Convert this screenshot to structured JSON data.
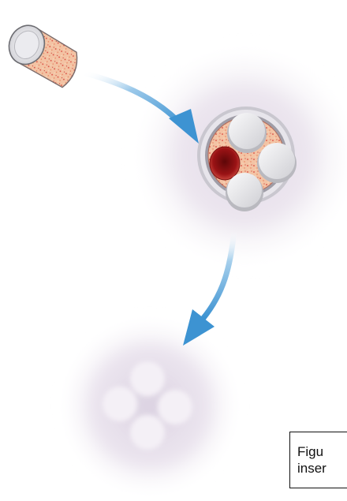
{
  "caption": {
    "line1": "Figu",
    "line2": "inser"
  },
  "illustration": {
    "steps": [
      {
        "name": "bone-plug",
        "icon": "cylindrical-bone-graft-plug"
      },
      {
        "name": "arrow-to-defect",
        "icon": "curved-arrow"
      },
      {
        "name": "defect-with-plugs",
        "icon": "circular-defect-with-inserted-plugs"
      },
      {
        "name": "arrow-to-healed",
        "icon": "curved-arrow"
      },
      {
        "name": "healed-site",
        "icon": "faded-healed-defect"
      }
    ],
    "colors": {
      "arrow": "#4a9fd6",
      "halo": "#d9cfdf",
      "bone_fill": "#f0bfa0",
      "cavity": "#8b0f10",
      "plug_top": "#f2f2f4"
    }
  }
}
